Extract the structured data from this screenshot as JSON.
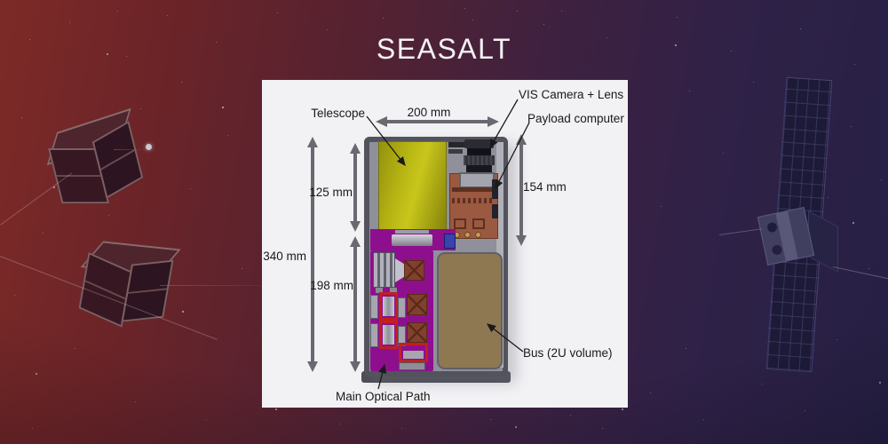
{
  "title": "SEASALT",
  "diagram": {
    "component_labels": {
      "telescope": "Telescope",
      "vis_camera": "VIS Camera + Lens",
      "payload_computer": "Payload computer",
      "bus": "Bus (2U volume)",
      "main_optical_path": "Main Optical Path"
    },
    "dimensions": {
      "width": "200 mm",
      "telescope_height": "125 mm",
      "payload_stack_height": "154 mm",
      "total_height": "340 mm",
      "optical_bench_height": "198 mm"
    }
  },
  "colors": {
    "gradient_left": "#7d2a27",
    "gradient_right": "#262044",
    "panel_background": "#f2f1f4",
    "title_text": "#f4f2f5",
    "label_text": "#1a1a1a",
    "dimension_arrow": "#696971",
    "chassis_frame": "#53535d",
    "chassis_inner": "#90909a",
    "telescope_fill": "#b7b513",
    "optical_bench_fill": "#8e0f8e",
    "pcb_fill": "#9a5940",
    "bus_fill": "#8e7852",
    "red_frame": "#c02020",
    "copper_mirror": "#82412c"
  }
}
